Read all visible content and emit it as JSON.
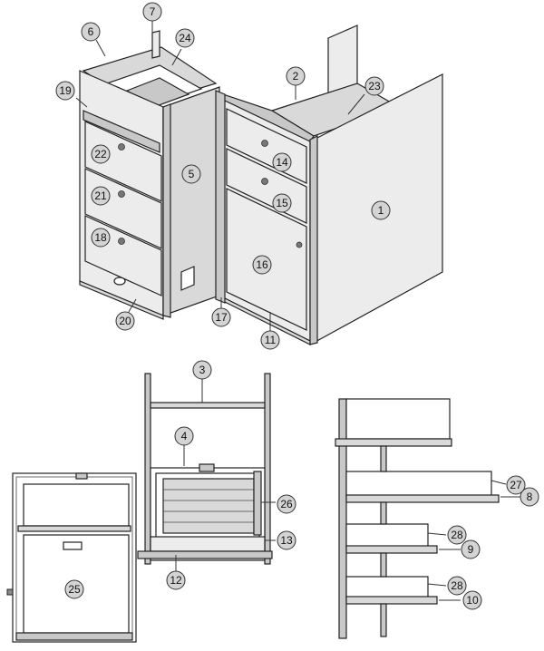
{
  "callouts": {
    "c1": "1",
    "c2": "2",
    "c3": "3",
    "c4": "4",
    "c5": "5",
    "c6": "6",
    "c7": "7",
    "c8": "8",
    "c9": "9",
    "c10": "10",
    "c11": "11",
    "c12": "12",
    "c13": "13",
    "c14": "14",
    "c15": "15",
    "c16": "16",
    "c17": "17",
    "c18": "18",
    "c19": "19",
    "c20": "20",
    "c21": "21",
    "c22": "22",
    "c23": "23",
    "c24": "24",
    "c25": "25",
    "c26": "26",
    "c27": "27",
    "c28a": "28",
    "c28b": "28"
  }
}
